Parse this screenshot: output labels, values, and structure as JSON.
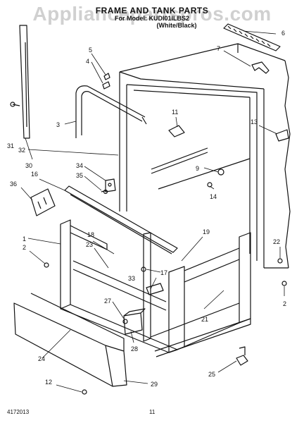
{
  "header": {
    "title": "FRAME AND TANK PARTS",
    "model_line": "For Model: KUDI01ILBS2",
    "color_line": "(White/Black)"
  },
  "watermark": "Appliancepartspros.com",
  "footer": {
    "doc_code": "4172013",
    "page": "11"
  },
  "callouts": [
    "1",
    "2",
    "3",
    "4",
    "5",
    "6",
    "7",
    "9",
    "11",
    "12",
    "13",
    "14",
    "16",
    "17",
    "18",
    "19",
    "21",
    "22",
    "2",
    "23",
    "24",
    "25",
    "27",
    "28",
    "29",
    "30",
    "31",
    "32",
    "33",
    "34",
    "35",
    "36"
  ]
}
